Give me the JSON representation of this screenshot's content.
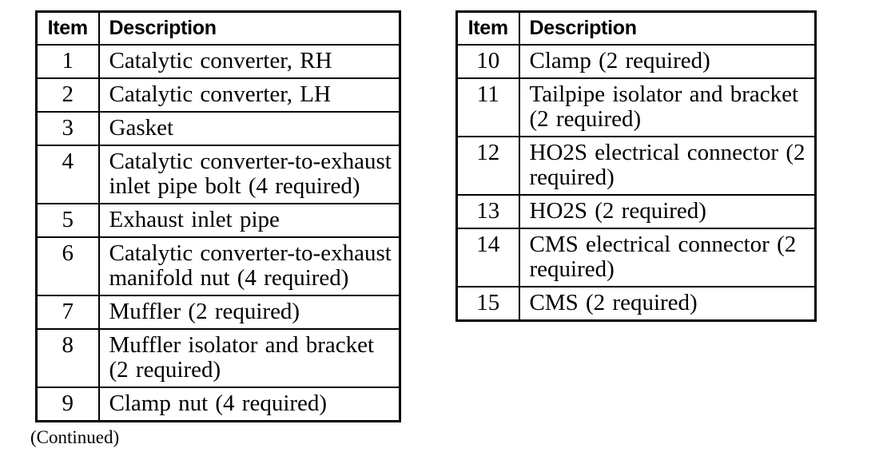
{
  "page": {
    "background_color": "#ffffff",
    "text_color": "#000000",
    "border_color": "#000000"
  },
  "tables": [
    {
      "headers": {
        "item": "Item",
        "description": "Description"
      },
      "rows": [
        {
          "item": "1",
          "description": "Catalytic converter, RH"
        },
        {
          "item": "2",
          "description": "Catalytic converter, LH"
        },
        {
          "item": "3",
          "description": "Gasket"
        },
        {
          "item": "4",
          "description": "Catalytic converter-to-exhaust\ninlet pipe bolt (4 required)"
        },
        {
          "item": "5",
          "description": "Exhaust inlet pipe"
        },
        {
          "item": "6",
          "description": "Catalytic converter-to-exhaust\nmanifold nut (4 required)"
        },
        {
          "item": "7",
          "description": "Muffler (2 required)"
        },
        {
          "item": "8",
          "description": "Muffler isolator and bracket\n(2 required)"
        },
        {
          "item": "9",
          "description": "Clamp nut (4 required)"
        }
      ],
      "footnote": "(Continued)"
    },
    {
      "headers": {
        "item": "Item",
        "description": "Description"
      },
      "rows": [
        {
          "item": "10",
          "description": "Clamp (2 required)"
        },
        {
          "item": "11",
          "description": "Tailpipe isolator and bracket\n(2 required)"
        },
        {
          "item": "12",
          "description": "HO2S electrical connector (2\nrequired)"
        },
        {
          "item": "13",
          "description": "HO2S (2 required)"
        },
        {
          "item": "14",
          "description": "CMS electrical connector (2\nrequired)"
        },
        {
          "item": "15",
          "description": "CMS (2 required)"
        }
      ]
    }
  ]
}
